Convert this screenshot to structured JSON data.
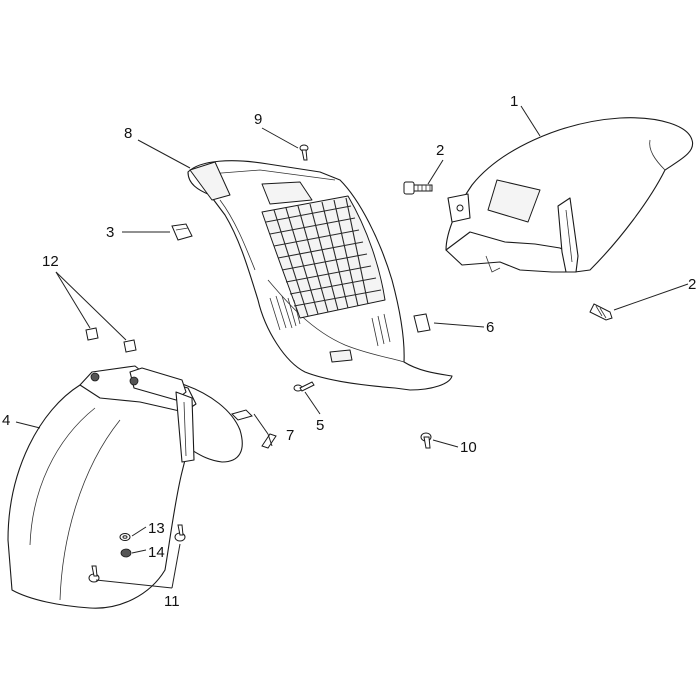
{
  "callouts": [
    {
      "id": "c1",
      "label": "1"
    },
    {
      "id": "c2a",
      "label": "2"
    },
    {
      "id": "c2b",
      "label": "2"
    },
    {
      "id": "c3",
      "label": "3"
    },
    {
      "id": "c4",
      "label": "4"
    },
    {
      "id": "c5",
      "label": "5"
    },
    {
      "id": "c6",
      "label": "6"
    },
    {
      "id": "c7",
      "label": "7"
    },
    {
      "id": "c8",
      "label": "8"
    },
    {
      "id": "c9",
      "label": "9"
    },
    {
      "id": "c10",
      "label": "10"
    },
    {
      "id": "c11",
      "label": "11"
    },
    {
      "id": "c12",
      "label": "12"
    },
    {
      "id": "c13",
      "label": "13"
    },
    {
      "id": "c14",
      "label": "14"
    }
  ]
}
